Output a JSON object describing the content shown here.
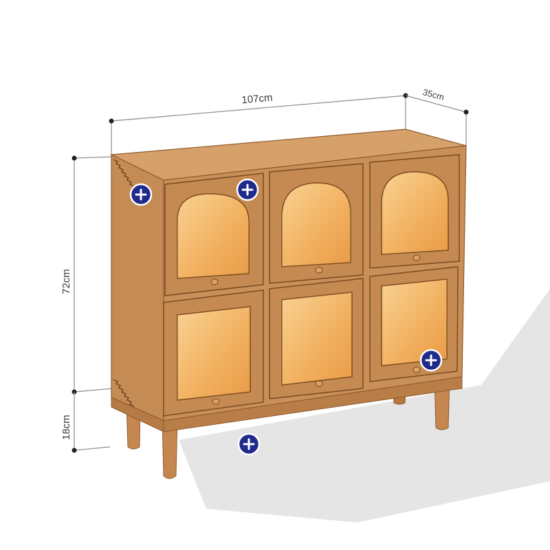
{
  "dimensions": {
    "width": "107cm",
    "depth": "35cm",
    "height": "72cm",
    "leg_height": "18cm"
  },
  "hotspots": [
    {
      "icon": "plus-icon"
    },
    {
      "icon": "plus-icon"
    },
    {
      "icon": "plus-icon"
    },
    {
      "icon": "plus-icon"
    }
  ],
  "colors": {
    "wood": "#c8925c",
    "wood_dark": "#a8743f",
    "glass_glow": "#f4b45c",
    "hotspot": "#1e2a8c",
    "shadow": "#dcdcdc"
  }
}
